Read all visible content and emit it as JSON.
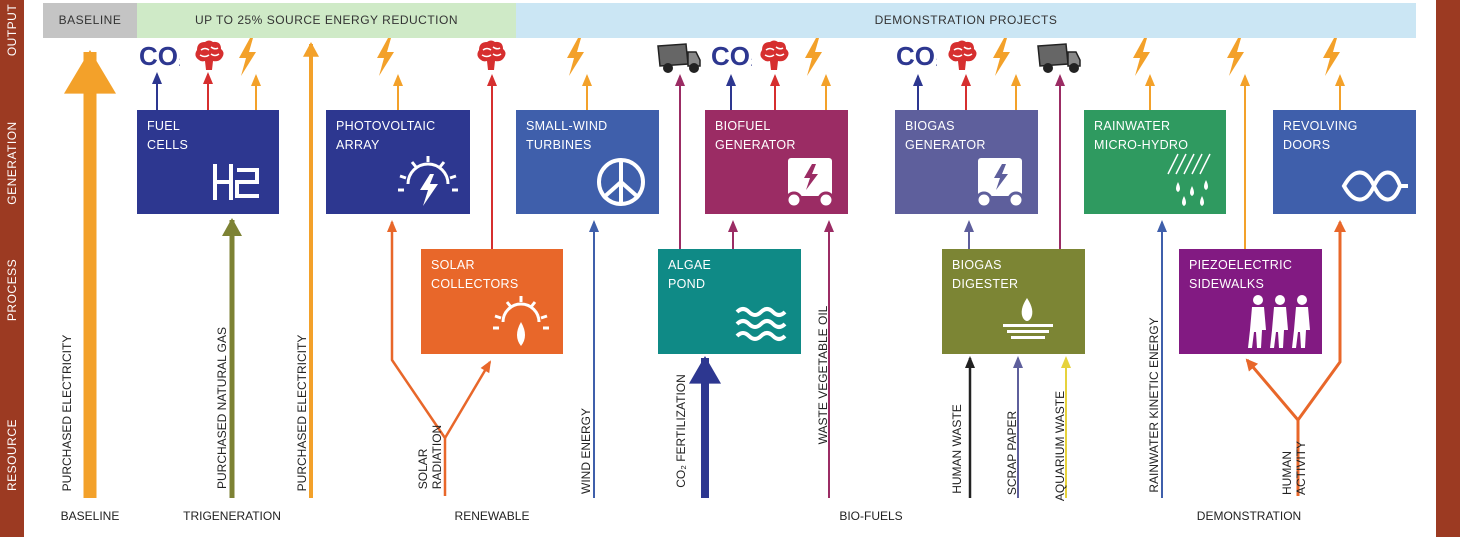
{
  "rows": {
    "output": "OUTPUT",
    "generation": "GENERATION",
    "process": "PROCESS",
    "resource": "RESOURCE"
  },
  "bands": {
    "baseline": "BASELINE",
    "reduction": "UP TO 25% SOURCE ENERGY REDUCTION",
    "demonstration": "DEMONSTRATION PROJECTS"
  },
  "nodes": {
    "fuel_cells": {
      "label": "FUEL\nCELLS",
      "color": "#2d3790"
    },
    "photovoltaic": {
      "label": "PHOTOVOLTAIC\nARRAY",
      "color": "#2d3790"
    },
    "small_wind": {
      "label": "SMALL-WIND\nTURBINES",
      "color": "#3f5fab"
    },
    "biofuel_gen": {
      "label": "BIOFUEL\nGENERATOR",
      "color": "#9b2c64"
    },
    "biogas_gen": {
      "label": "BIOGAS\nGENERATOR",
      "color": "#5e5f9c"
    },
    "rain_hydro": {
      "label": "RAINWATER\nMICRO-HYDRO",
      "color": "#2f9a60"
    },
    "revolving": {
      "label": "REVOLVING\nDOORS",
      "color": "#3f5fab"
    },
    "solar_coll": {
      "label": "SOLAR\nCOLLECTORS",
      "color": "#e8672a"
    },
    "algae": {
      "label": "ALGAE\nPOND",
      "color": "#0f8a86"
    },
    "biogas_dig": {
      "label": "BIOGAS\nDIGESTER",
      "color": "#7c8534"
    },
    "piezo": {
      "label": "PIEZOELECTRIC\nSIDEWALKS",
      "color": "#821a82"
    }
  },
  "resources": {
    "purchased_electricity_1": "PURCHASED ELECTRICITY",
    "purchased_natural_gas": "PURCHASED NATURAL GAS",
    "purchased_electricity_2": "PURCHASED ELECTRICITY",
    "solar_radiation": "SOLAR\nRADIATION",
    "wind_energy": "WIND ENERGY",
    "co2_fertilization": "CO₂ FERTILIZATION",
    "waste_vegetable_oil": "WASTE VEGETABLE OIL",
    "human_waste": "HUMAN WASTE",
    "scrap_paper": "SCRAP PAPER",
    "aquarium_waste": "AQUARIUM WASTE",
    "rainwater_kinetic": "RAINWATER KINETIC ENERGY",
    "human_activity": "HUMAN\nACTIVITY"
  },
  "groups": {
    "baseline": "BASELINE",
    "trigeneration": "TRIGENERATION",
    "renewable": "RENEWABLE",
    "bio_fuels": "BIO-FUELS",
    "demonstration": "DEMONSTRATION"
  },
  "co2_label": "CO₂",
  "colors": {
    "orange": "#f3a12a",
    "olive": "#7d8234",
    "navy": "#2d3790",
    "red": "#d62f2f",
    "purple": "#9b2c64",
    "orange_dark": "#e8672a",
    "steel": "#5e5f9c",
    "yellow": "#e6d23c",
    "black": "#222222",
    "blue": "#3f5fab",
    "rail": "#9c3a22"
  }
}
